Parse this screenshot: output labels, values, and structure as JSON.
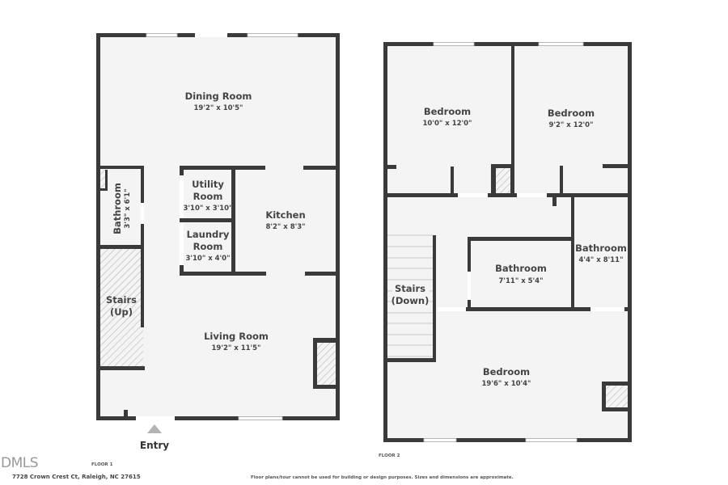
{
  "floor1": {
    "label": "FLOOR 1",
    "rooms": [
      {
        "name": "Dining Room",
        "dims": "19'2\" x 10'5\""
      },
      {
        "name": "Utility Room",
        "name_line1": "Utility",
        "name_line2": "Room",
        "dims": "3'10\" x 3'10\""
      },
      {
        "name": "Laundry Room",
        "name_line1": "Laundry",
        "name_line2": "Room",
        "dims": "3'10\" x 4'0\""
      },
      {
        "name": "Kitchen",
        "dims": "8'2\" x 8'3\""
      },
      {
        "name": "Bathroom",
        "dims": "3'3\" x 6'1\""
      },
      {
        "name": "Stairs (Up)",
        "name_line1": "Stairs",
        "name_line2": "(Up)"
      },
      {
        "name": "Living Room",
        "dims": "19'2\" x 11'5\""
      }
    ],
    "entry_label": "Entry"
  },
  "floor2": {
    "label": "FLOOR 2",
    "rooms": [
      {
        "name": "Bedroom",
        "dims": "10'0\" x 12'0\""
      },
      {
        "name": "Bedroom",
        "dims": "9'2\" x 12'0\""
      },
      {
        "name": "Bathroom",
        "dims": "4'4\" x 8'11\""
      },
      {
        "name": "Bathroom",
        "dims": "7'11\" x 5'4\""
      },
      {
        "name": "Stairs (Down)",
        "name_line1": "Stairs",
        "name_line2": "(Down)"
      },
      {
        "name": "Bedroom",
        "dims": "19'6\" x 10'4\""
      }
    ]
  },
  "footer": {
    "logo": "DMLS",
    "address": "7728 Crown Crest Ct, Raleigh, NC 27615",
    "disclaimer": "Floor plans/tour cannot be used for building or design purposes. Sizes and dimensions are approximate."
  },
  "colors": {
    "wall": "#3a3a3a",
    "floor": "#f4f4f4",
    "text": "#444444",
    "entry_arrow": "#b3b3b3"
  }
}
